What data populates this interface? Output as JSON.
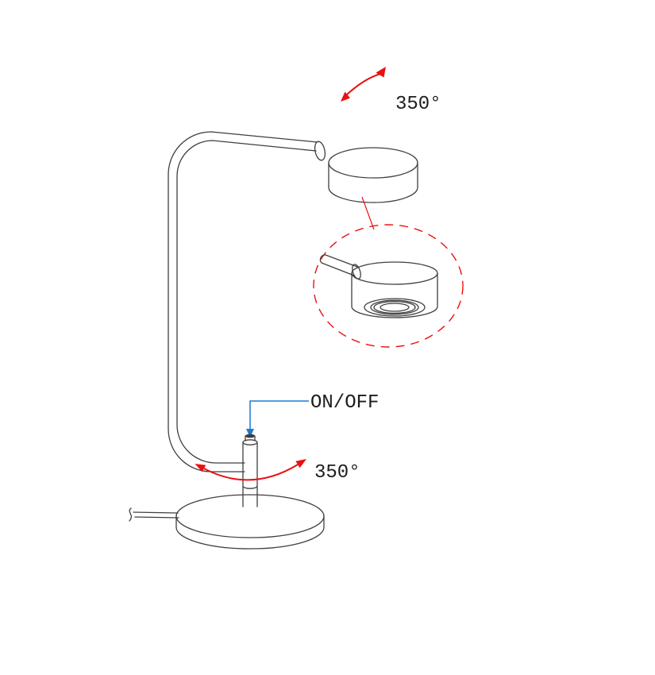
{
  "diagram": {
    "labels": {
      "head_rotation": "350°",
      "base_rotation": "350°",
      "switch": "ON/OFF"
    },
    "colors": {
      "line": "#3f3f3f",
      "annotation_red": "#ea1010",
      "annotation_blue": "#1c7ad4",
      "text": "#1c1c1c",
      "background": "#ffffff"
    }
  }
}
